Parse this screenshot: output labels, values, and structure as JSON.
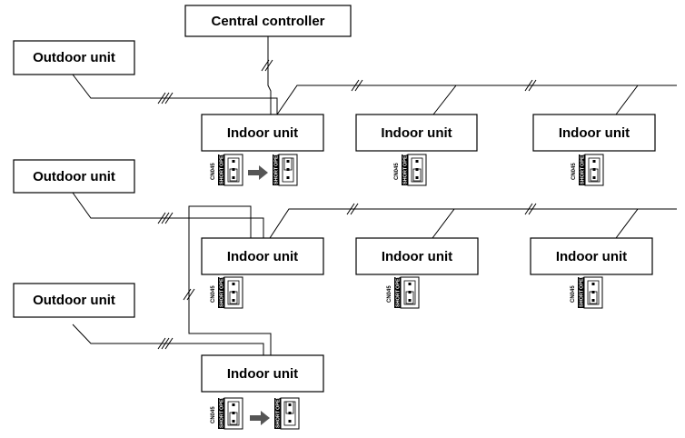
{
  "central_controller": {
    "label": "Central controller"
  },
  "outdoor_units": [
    {
      "label": "Outdoor unit"
    },
    {
      "label": "Outdoor unit"
    },
    {
      "label": "Outdoor unit"
    }
  ],
  "indoor_units": [
    {
      "label": "Indoor unit",
      "connector": "CN045",
      "setting": "SHORT → OPEN"
    },
    {
      "label": "Indoor unit",
      "connector": "CN045",
      "setting": "SHORT"
    },
    {
      "label": "Indoor unit",
      "connector": "CN045",
      "setting": "SHORT"
    },
    {
      "label": "Indoor unit",
      "connector": "CN045",
      "setting": "SHORT"
    },
    {
      "label": "Indoor unit",
      "connector": "CN045",
      "setting": "SHORT"
    },
    {
      "label": "Indoor unit",
      "connector": "CN045",
      "setting": "SHORT"
    },
    {
      "label": "Indoor unit",
      "connector": "CN045",
      "setting": "SHORT → OPEN"
    }
  ],
  "connector_tags": {
    "short": "SHORT",
    "open": "OPEN"
  },
  "colors": {
    "line": "#000000",
    "arrow": "#555555",
    "background": "#ffffff"
  }
}
